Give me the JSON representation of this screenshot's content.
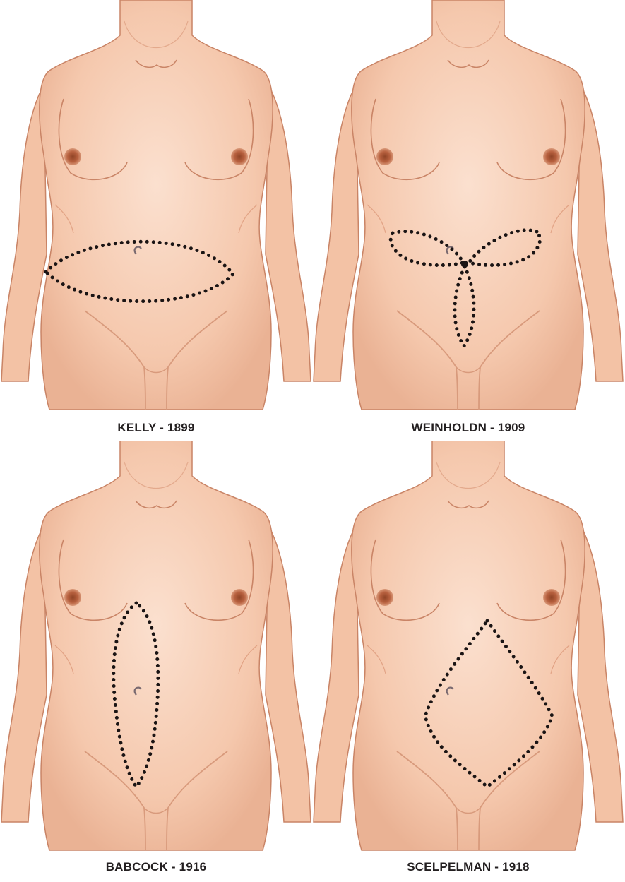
{
  "figure": {
    "panels": [
      {
        "id": "kelly",
        "caption": "KELLY - 1899"
      },
      {
        "id": "weinholdn",
        "caption": "WEINHOLDN - 1909"
      },
      {
        "id": "babcock",
        "caption": "BABCOCK - 1916"
      },
      {
        "id": "scelpelman",
        "caption": "SCELPELMAN - 1918"
      }
    ],
    "colors": {
      "skin": "#f6cdb3",
      "skin_shadow": "#e9ab8e",
      "outline": "#c98466",
      "areola": "#b8613f",
      "dots": "#1a1414"
    }
  }
}
